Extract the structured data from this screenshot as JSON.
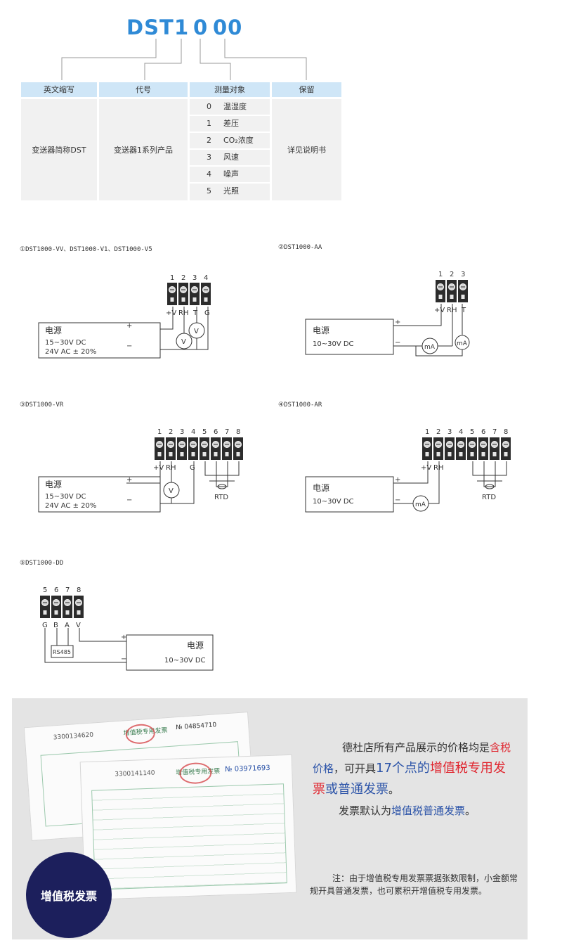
{
  "model_code": {
    "prefix": "DST",
    "d1": "1",
    "d2": "0",
    "d3": "00"
  },
  "table": {
    "headers": [
      "英文缩写",
      "代号",
      "测量对象",
      "保留"
    ],
    "abbr_value": "变送器简称DST",
    "code_value": "变送器1系列产品",
    "reserved_value": "详见说明书",
    "measure_rows": [
      {
        "num": "0",
        "text": "温湿度"
      },
      {
        "num": "1",
        "text": "差压"
      },
      {
        "num": "2",
        "text": "CO₂浓度"
      },
      {
        "num": "3",
        "text": "风速"
      },
      {
        "num": "4",
        "text": "噪声"
      },
      {
        "num": "5",
        "text": "光照"
      }
    ]
  },
  "diagrams": {
    "d1": {
      "caption": "①DST1000-VV、DST1000-V1、DST1000-V5",
      "pins": [
        "1",
        "2",
        "3",
        "4"
      ],
      "pin_labels": [
        "+V",
        "RH",
        "T",
        "G"
      ],
      "power_title": "电源",
      "power_lines": [
        "15~30V DC",
        "24V AC ± 20%"
      ],
      "meters": [
        "V",
        "V"
      ]
    },
    "d2": {
      "caption": "②DST1000-AA",
      "pins": [
        "1",
        "2",
        "3"
      ],
      "pin_labels": [
        "+V",
        "RH",
        "T"
      ],
      "power_title": "电源",
      "power_lines": [
        "10~30V DC"
      ],
      "meters": [
        "mA",
        "mA"
      ]
    },
    "d3": {
      "caption": "③DST1000-VR",
      "pins": [
        "1",
        "2",
        "3",
        "4",
        "5",
        "6",
        "7",
        "8"
      ],
      "pin_labels": [
        "+V",
        "RH",
        "G"
      ],
      "power_title": "电源",
      "power_lines": [
        "15~30V DC",
        "24V AC ± 20%"
      ],
      "meters": [
        "V"
      ],
      "rtd": "RTD"
    },
    "d4": {
      "caption": "④DST1000-AR",
      "pins": [
        "1",
        "2",
        "3",
        "4",
        "5",
        "6",
        "7",
        "8"
      ],
      "pin_labels": [
        "+V",
        "RH"
      ],
      "power_title": "电源",
      "power_lines": [
        "10~30V DC"
      ],
      "meters": [
        "mA"
      ],
      "rtd": "RTD"
    },
    "d5": {
      "caption": "⑤DST1000-DD",
      "pins": [
        "5",
        "6",
        "7",
        "8"
      ],
      "pin_labels": [
        "G",
        "B",
        "A",
        "V"
      ],
      "power_title": "电源",
      "power_lines": [
        "10~30V DC"
      ],
      "rs485": "RS485"
    },
    "plus": "+",
    "minus": "−"
  },
  "invoice": {
    "seal_text": "增值税发票",
    "line1_a": "德杜店所有产品展示的价格均是",
    "line1_b": "含税",
    "line2_a": "价格",
    "line2_b": "，可开具",
    "line2_c": "17个点的",
    "line2_d": "增值税专用发",
    "line3_a": "票",
    "line3_b": "或",
    "line3_c": "普通发票",
    "line3_d": "。",
    "line4_a": "发票默认为",
    "line4_b": "增值税普通发票",
    "line4_c": "。",
    "note": "注：由于增值税专用发票票据张数限制，小金额常规开具普通发票，也可累积开增值税专用发票。",
    "doc_number_1": "3300134620",
    "doc_number_2": "3300141140",
    "doc_no_1": "№ 04854710",
    "doc_no_2": "№ 03971693",
    "doc_title": "增值税专用发票"
  },
  "colors": {
    "accent": "#2f8ad6",
    "header_bg": "#cfe6f7",
    "cell_bg": "#f1f1f1",
    "highlight_red": "#e0262f",
    "highlight_blue": "#2b53a8",
    "seal_bg": "#1c1f5c"
  }
}
